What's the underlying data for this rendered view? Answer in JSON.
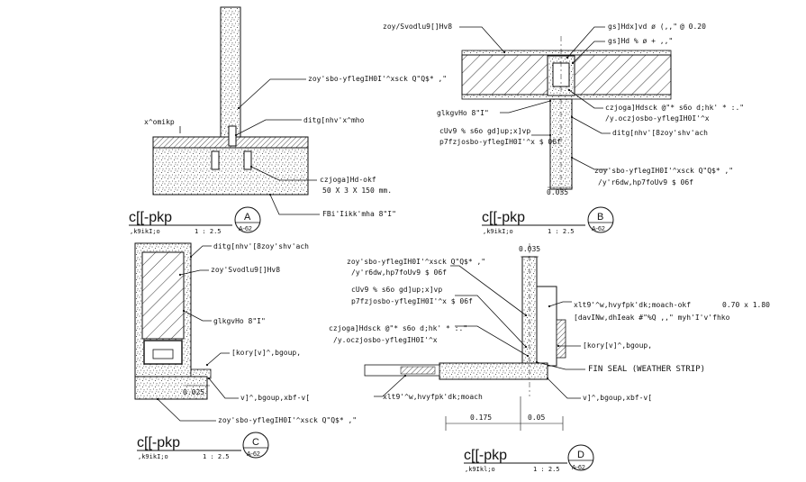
{
  "details": {
    "A": {
      "labels": {
        "board_top": "zoy'sbo-yflegIH0I'^xsck Q\"Q$* ,\"",
        "left": "x^omikp",
        "right_mid": "ditg[nhv'x^mho",
        "anchor": "czjoga]Hd-okf",
        "anchor_size": "50 X 3 X 150 mm.",
        "base": "FBi'Iikk'mha 8\"I\""
      },
      "title": "c[[-pkp",
      "subtitle": ",k9ikI;o",
      "scale": "1 : 2.5",
      "tag": "A",
      "ref": "A-62"
    },
    "B": {
      "labels": {
        "top_left": "zoy/Svodlu9[]Hv8",
        "top_right_1": "gs]Hdx]vd ø (,,\"",
        "top_right_1b": "@ 0.20",
        "top_right_2": "gs]Hd % ø + ,,\"",
        "left_mid": "glkgvHo 8\"I\"",
        "right_1": "czjoga]Hdsck @\"* s6o d;hk' * :.\"",
        "right_2": "/y.oczjosbo-yflegIH0I'^x",
        "right_3": "ditg[nhv'[8zoy'shv'ach",
        "left_1": "cUv9 % s6o gd]up;x]vp",
        "left_2": "p7fzjosbo-yflegIH0I'^x $ 06f",
        "right_4": "zoy'sbo-yflegIH0I'^xsck Q\"Q$* ,\"",
        "right_5": "/y'r6dw,hp7foUv9 $ 06f",
        "dim": "0.035"
      },
      "title": "c[[-pkp",
      "subtitle": ",k9ikI;o",
      "scale": "1 : 2.5",
      "tag": "B",
      "ref": "A-62"
    },
    "C": {
      "labels": {
        "top": "ditg[nhv'[8zoy'shv'ach",
        "second": "zoy'Svodlu9[]Hv8",
        "mid": "glkgvHo 8\"I\"",
        "right_1": "[kory[v]^,bgoup,",
        "dim": "0.025",
        "right_2": "v]^,bgoup,xbf-v[",
        "bottom": "zoy'sbo-yflegIH0I'^xsck Q\"Q$* ,\""
      },
      "title": "c[[-pkp",
      "subtitle": ",k9ikI;o",
      "scale": "1 : 2.5",
      "tag": "C",
      "ref": "A-62"
    },
    "D": {
      "labels": {
        "dim_top": "0.035",
        "l1": "zoy'sbo-yflegIH0I'^xsck Q\"Q$* ,\"",
        "l2": "/y'r6dw,hp7foUv9 $ 06f",
        "l3": "cUv9 % s6o gd]up;x]vp",
        "l4": "p7fzjosbo-yflegIH0I'^x $ 06f",
        "l5": "czjoga]Hdsck @\"* s6o d;hk' * :.\"",
        "l6": "/y.oczjosbo-yflegIH0I'^x",
        "r1": "xlt9'^w,hvyfpk'dk;moach-okf",
        "r1b": "0.70 x 1.80",
        "r2": "[davINw,dhIeak #\"%Q ,,\" myh'I'v'fhko",
        "r3": "[kory[v]^,bgoup,",
        "r4": "FIN SEAL (WEATHER STRIP)",
        "r5": "v]^,bgoup,xbf-v[",
        "bottom_left": "xlt9'^w,hvyfpk'dk;moach",
        "dim_1": "0.175",
        "dim_2": "0.05"
      },
      "title": "c[[-pkp",
      "subtitle": ",k9Ikl;o",
      "scale": "1 : 2.5",
      "tag": "D",
      "ref": "A-62"
    }
  },
  "colors": {
    "ink": "#111111",
    "background": "#ffffff"
  }
}
